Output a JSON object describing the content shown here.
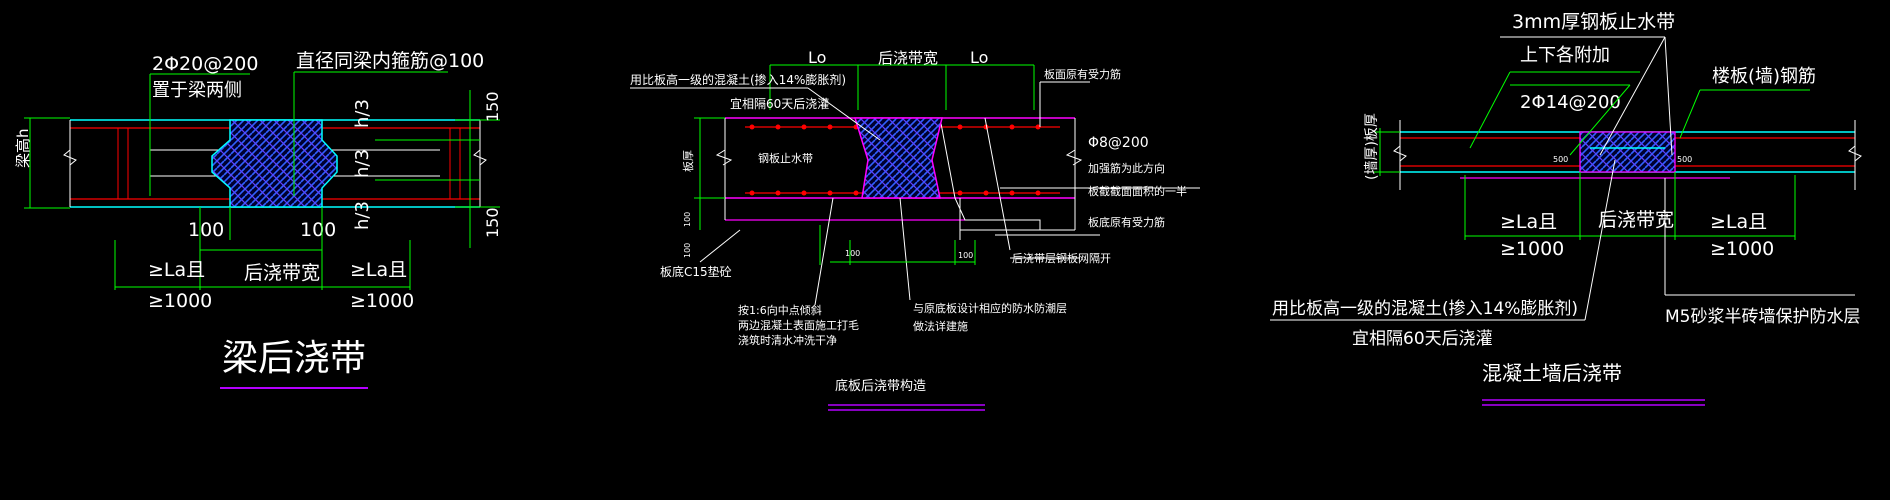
{
  "colors": {
    "background": "#000000",
    "cyan": "#00ffff",
    "green": "#00ff00",
    "white": "#ffffff",
    "red": "#ff0000",
    "blue": "#3060ff",
    "magenta": "#ff00ff",
    "purple": "#b400ff",
    "dim_red": "#c00000"
  },
  "left": {
    "label_rebar_top": "2Φ20@200",
    "label_rebar_sub": "置于梁两侧",
    "label_stirrup": "直径同梁内箍筋@100",
    "label_beam_height": "梁高h",
    "dim_150_top": "150",
    "dim_150_bottom": "150",
    "dim_h3_a": "h/3",
    "dim_h3_b": "h/3",
    "dim_h3_c": "h/3",
    "dim_100_left": "100",
    "dim_100_right": "100",
    "dim_la_left": "≥La且",
    "dim_1000_left": "≥1000",
    "dim_band_width": "后浇带宽",
    "dim_la_right": "≥La且",
    "dim_1000_right": "≥1000",
    "title": "梁后浇带"
  },
  "middle": {
    "dim_lo_left": "Lo",
    "dim_band_width": "后浇带宽",
    "dim_lo_right": "Lo",
    "label_concrete": "用比板高一级的混凝土(掺入14%膨胀剂)",
    "label_pour": "宜相隔60天后浇灌",
    "label_top_rebar": "板面原有受力筋",
    "label_phi8": "Φ8@200",
    "label_add_rebar": "加强筋为此方向",
    "label_area": "板截截面面积的一半",
    "label_bottom_rebar": "板底原有受力筋",
    "label_steel_stop": "钢板止水带",
    "label_slab_thickness": "板厚",
    "dim_100_a": "100",
    "dim_100_b": "100",
    "dim_100_c": "100",
    "dim_100_d": "100",
    "label_c15": "板底C15垫砼",
    "label_mesh": "后浇带层钢板网隔开",
    "label_note_1": "按1:6向中点倾斜",
    "label_note_2": "两边混凝土表面施工打毛",
    "label_note_3": "浇筑时清水冲洗干净",
    "label_waterproof_1": "与原底板设计相应的防水防潮层",
    "label_waterproof_2": "做法详建施",
    "title": "底板后浇带构造"
  },
  "right": {
    "label_steel_plate": "3mm厚钢板止水带",
    "label_add_top": "上下各附加",
    "label_add_rebar": "2Φ14@200",
    "label_slab_rebar": "楼板(墙)钢筋",
    "label_thickness": "(墙厚)板厚",
    "dim_500_left": "500",
    "dim_500_right": "500",
    "dim_la_left": "≥La且",
    "dim_1000_left": "≥1000",
    "dim_band_width": "后浇带宽",
    "dim_la_right": "≥La且",
    "dim_1000_right": "≥1000",
    "label_concrete": "用比板高一级的混凝土(掺入14%膨胀剂)",
    "label_pour": "宜相隔60天后浇灌",
    "label_m5": "M5砂浆半砖墙保护防水层",
    "title": "混凝土墙后浇带"
  }
}
